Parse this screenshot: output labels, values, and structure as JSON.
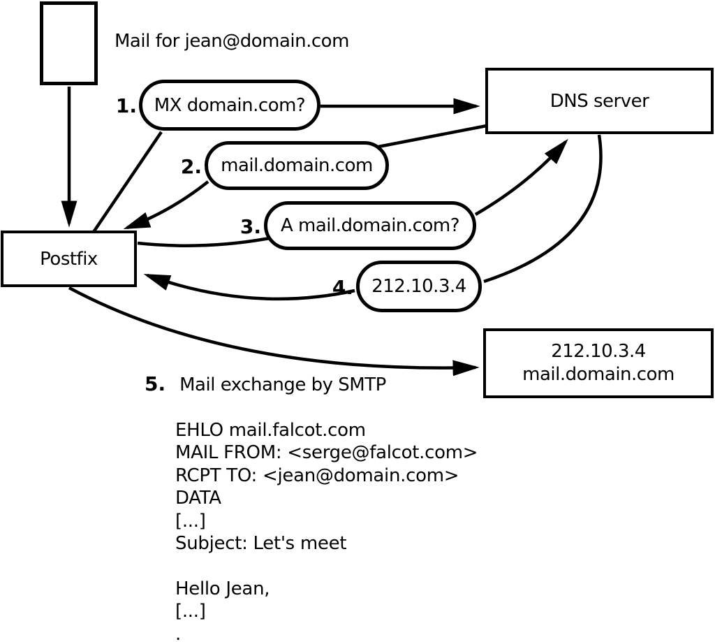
{
  "title": "Mail for jean@domain.com",
  "nodes": {
    "postfix": "Postfix",
    "dns_server": "DNS server",
    "mail_server": {
      "line1": "212.10.3.4",
      "line2": "mail.domain.com"
    }
  },
  "steps": [
    {
      "num": "1.",
      "label": "MX domain.com?"
    },
    {
      "num": "2.",
      "label": "mail.domain.com"
    },
    {
      "num": "3.",
      "label": "A mail.domain.com?"
    },
    {
      "num": "4.",
      "label": "212.10.3.4"
    },
    {
      "num": "5.",
      "label": "Mail exchange by SMTP"
    }
  ],
  "smtp_session": {
    "lines": [
      "EHLO mail.falcot.com",
      "MAIL FROM: <serge@falcot.com>",
      "RCPT TO: <jean@domain.com>",
      "DATA",
      "[...]",
      "Subject: Let's meet",
      "",
      "Hello Jean,",
      "[...]",
      "."
    ]
  },
  "colors": {
    "ink": "#000000",
    "background": "#ffffff"
  }
}
